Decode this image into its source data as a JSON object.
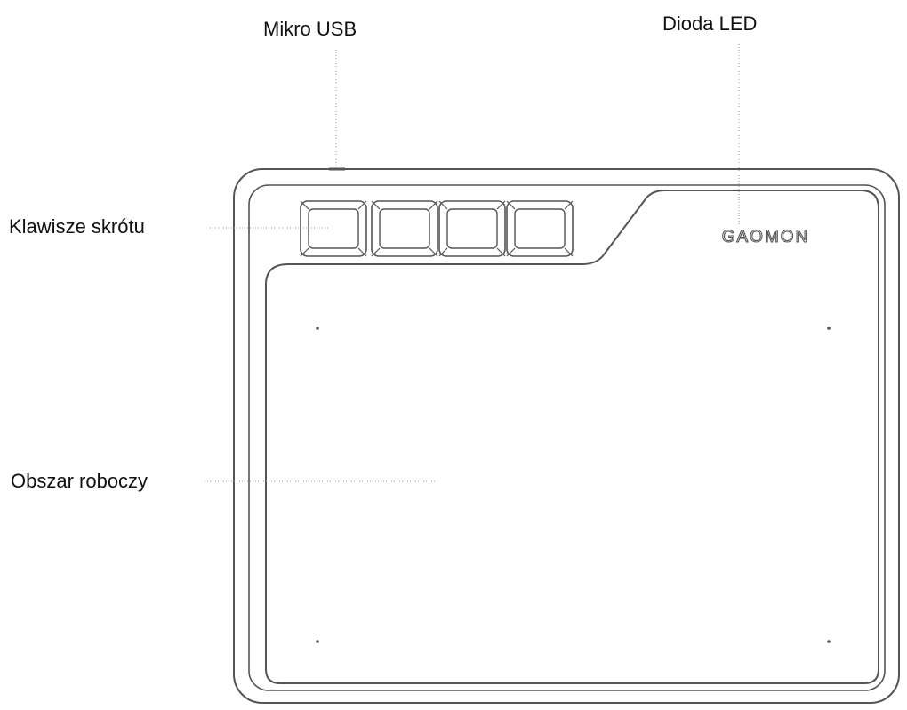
{
  "diagram": {
    "labels": {
      "micro_usb": "Mikro USB",
      "led": "Dioda LED",
      "shortcut_keys": "Klawisze skrótu",
      "work_area": "Obszar roboczy"
    },
    "brand_logo": "GAOMON",
    "shortcut_key_count": 4,
    "active_area_corner_markers": 4,
    "colors": {
      "line": "#555555",
      "leader": "#9a9a9a",
      "text": "#111111",
      "background": "#ffffff"
    }
  }
}
